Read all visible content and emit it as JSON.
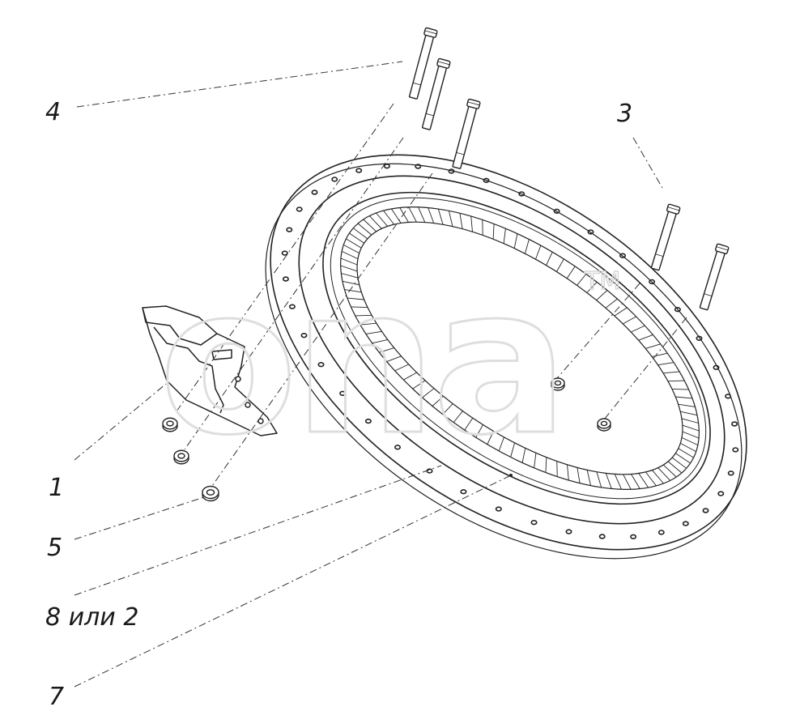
{
  "diagram": {
    "watermark": {
      "text": "ona",
      "trademark": "TM"
    },
    "callouts": [
      {
        "id": "4",
        "label": "4"
      },
      {
        "id": "3",
        "label": "3"
      },
      {
        "id": "1",
        "label": "1"
      },
      {
        "id": "5",
        "label": "5"
      },
      {
        "id": "8",
        "label": "8 или 2"
      },
      {
        "id": "7",
        "label": "7"
      }
    ]
  }
}
